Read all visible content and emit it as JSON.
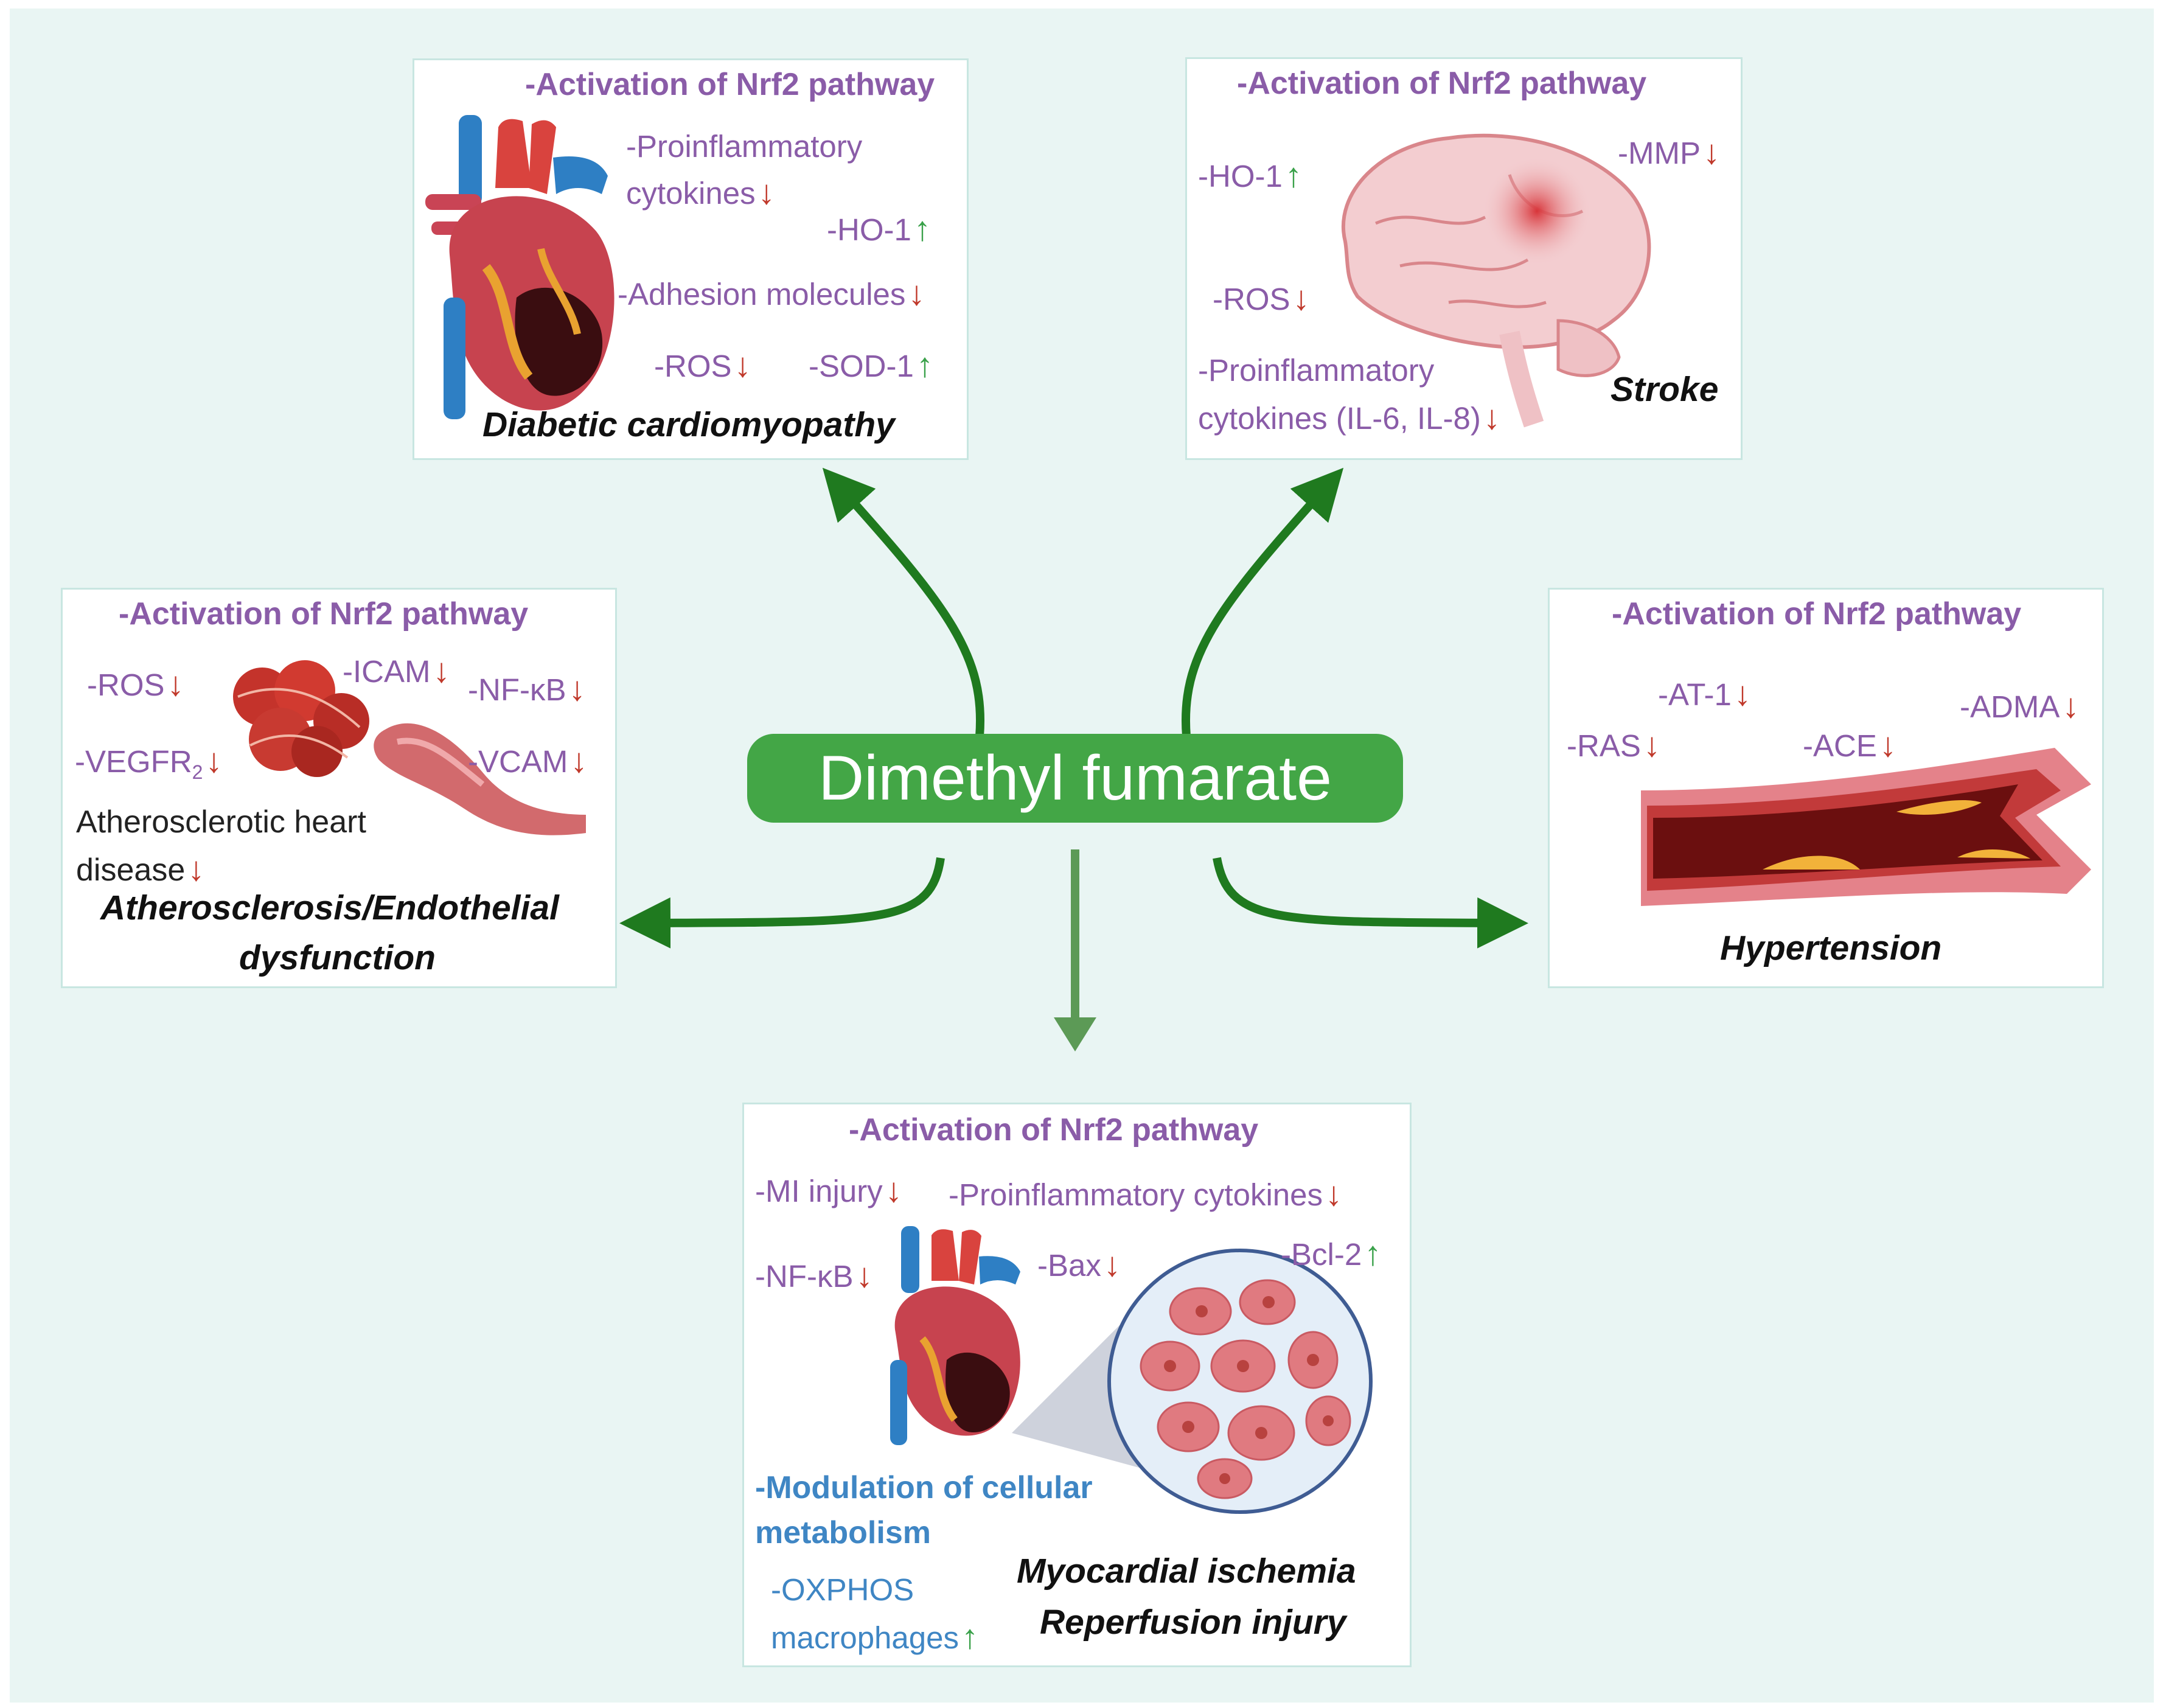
{
  "center_label": "Dimethyl fumarate",
  "panels": {
    "diabetic": {
      "title": "-Activation of Nrf2 pathway",
      "items": {
        "proinflammatory_1": "-Proinflammatory",
        "proinflammatory_2": "cytokines",
        "ho1": "-HO-1",
        "adhesion": "-Adhesion molecules",
        "ros": "-ROS",
        "sod1": "-SOD-1"
      },
      "caption": "Diabetic cardiomyopathy"
    },
    "stroke": {
      "title": "-Activation of Nrf2 pathway",
      "items": {
        "ho1": "-HO-1",
        "mmp": "-MMP",
        "ros": "-ROS",
        "proinflammatory_1": "-Proinflammatory",
        "proinflammatory_2": "cytokines (IL-6, IL-8)"
      },
      "caption": "Stroke"
    },
    "athero": {
      "title": "-Activation of Nrf2 pathway",
      "items": {
        "ros": "-ROS",
        "icam": "-ICAM",
        "nfkb": "-NF-κB",
        "vegfr": "-VEGFR",
        "vegfr_sub": "2",
        "vcam": "-VCAM",
        "athero_heart_1": "Atherosclerotic heart",
        "athero_heart_2": "disease"
      },
      "caption_1": "Atherosclerosis/Endothelial",
      "caption_2": "dysfunction"
    },
    "hypertension": {
      "title": "-Activation of Nrf2 pathway",
      "items": {
        "at1": "-AT-1",
        "adma": "-ADMA",
        "ras": "-RAS",
        "ace": "-ACE"
      },
      "caption": "Hypertension"
    },
    "ischemia": {
      "title": "-Activation of Nrf2 pathway",
      "items": {
        "mi": "-MI injury",
        "proinflammatory": "-Proinflammatory cytokines",
        "nfkb": "-NF-κB",
        "bax": "-Bax",
        "bcl2": "-Bcl-2"
      },
      "modulation_1": "-Modulation of cellular",
      "modulation_2": "metabolism",
      "oxphos_1": "-OXPHOS",
      "oxphos_2": "macrophages",
      "caption_1": "Myocardial ischemia",
      "caption_2": "Reperfusion injury"
    }
  },
  "arrows": {
    "down": "↓",
    "up": "↑"
  },
  "colors": {
    "background": "#e9f5f3",
    "panel_border": "#c8e6e1",
    "center_fill": "#43a646",
    "flow_arrow": "#1f7a1f",
    "down_arrow": "#c0392b",
    "up_arrow": "#3aa14a",
    "purple_text": "#8a5ca8",
    "blue_text": "#3f86c4"
  },
  "icons": [
    "heart-illustration",
    "brain-illustration",
    "plaque-cells-illustration",
    "artery-illustration",
    "heart-small-illustration",
    "tissue-magnifier-illustration"
  ]
}
